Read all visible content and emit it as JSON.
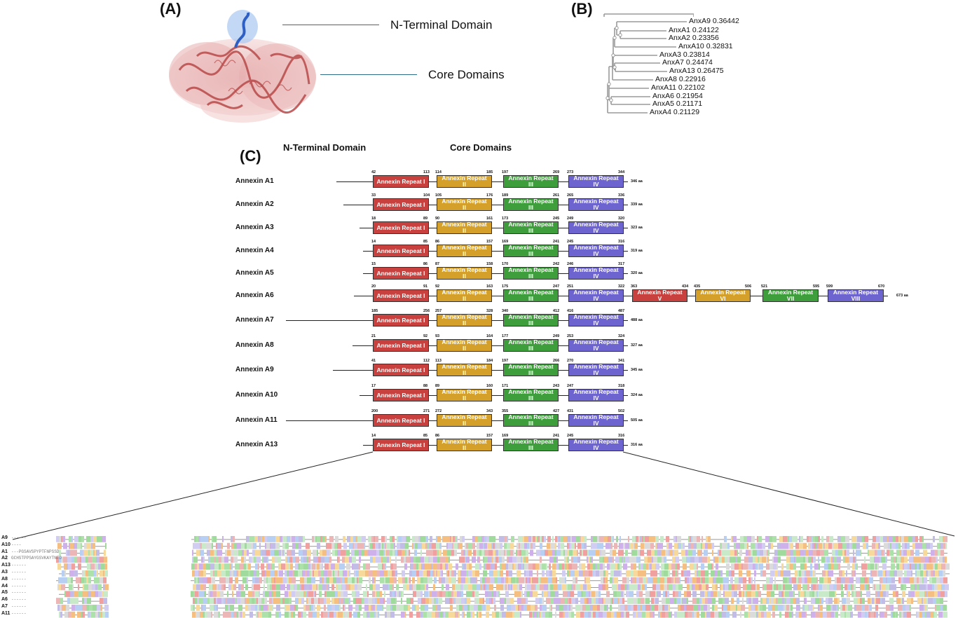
{
  "panels": {
    "a": "(A)",
    "b": "(B)",
    "c": "(C)"
  },
  "panel_a": {
    "callouts": [
      "N-Terminal Domain",
      "Core Domains"
    ]
  },
  "panel_c": {
    "headers": [
      "N-Terminal Domain",
      "Core Domains"
    ]
  },
  "colors": {
    "repeat_red": "#c8413e",
    "repeat_gold": "#d4a02a",
    "repeat_green": "#3e9e3b",
    "repeat_blue": "#6e64cf",
    "tree_line": "#999999",
    "callout_line": "#2d6e88"
  },
  "tree": {
    "leaves": [
      {
        "name": "AnxA9 0.36442"
      },
      {
        "name": "AnxA1 0.24122"
      },
      {
        "name": "AnxA2 0.23356"
      },
      {
        "name": "AnxA10 0.32831"
      },
      {
        "name": "AnxA3 0.23814"
      },
      {
        "name": "AnxA7 0.24474"
      },
      {
        "name": "AnxA13 0.26475"
      },
      {
        "name": "AnxA8 0.22916"
      },
      {
        "name": "AnxA11 0.22102"
      },
      {
        "name": "AnxA6 0.21954"
      },
      {
        "name": "AnxA5 0.21171"
      },
      {
        "name": "AnxA4 0.21129"
      }
    ]
  },
  "annexins": [
    {
      "name": "Annexin A1",
      "length": "346 aa",
      "repeats": [
        [
          "42",
          "113"
        ],
        [
          "114",
          "185"
        ],
        [
          "197",
          "269"
        ],
        [
          "273",
          "344"
        ]
      ]
    },
    {
      "name": "Annexin A2",
      "length": "339 aa",
      "repeats": [
        [
          "33",
          "104"
        ],
        [
          "105",
          "176"
        ],
        [
          "189",
          "261"
        ],
        [
          "265",
          "336"
        ]
      ]
    },
    {
      "name": "Annexin A3",
      "length": "323 aa",
      "repeats": [
        [
          "18",
          "89"
        ],
        [
          "90",
          "161"
        ],
        [
          "173",
          "245"
        ],
        [
          "249",
          "320"
        ]
      ]
    },
    {
      "name": "Annexin A4",
      "length": "319 aa",
      "repeats": [
        [
          "14",
          "85"
        ],
        [
          "86",
          "157"
        ],
        [
          "169",
          "241"
        ],
        [
          "245",
          "316"
        ]
      ]
    },
    {
      "name": "Annexin A5",
      "length": "320 aa",
      "repeats": [
        [
          "15",
          "86"
        ],
        [
          "87",
          "158"
        ],
        [
          "170",
          "242"
        ],
        [
          "246",
          "317"
        ]
      ]
    },
    {
      "name": "Annexin A6",
      "length": "673 aa",
      "repeats": [
        [
          "20",
          "91"
        ],
        [
          "92",
          "163"
        ],
        [
          "175",
          "247"
        ],
        [
          "251",
          "322"
        ],
        [
          "363",
          "434"
        ],
        [
          "435",
          "506"
        ],
        [
          "521",
          "595"
        ],
        [
          "599",
          "670"
        ]
      ]
    },
    {
      "name": "Annexin A7",
      "length": "488 aa",
      "repeats": [
        [
          "185",
          "256"
        ],
        [
          "257",
          "328"
        ],
        [
          "340",
          "412"
        ],
        [
          "416",
          "487"
        ]
      ]
    },
    {
      "name": "Annexin A8",
      "length": "327 aa",
      "repeats": [
        [
          "21",
          "92"
        ],
        [
          "93",
          "164"
        ],
        [
          "177",
          "249"
        ],
        [
          "253",
          "324"
        ]
      ]
    },
    {
      "name": "Annexin A9",
      "length": "345 aa",
      "repeats": [
        [
          "41",
          "112"
        ],
        [
          "113",
          "184"
        ],
        [
          "197",
          "266"
        ],
        [
          "270",
          "341"
        ]
      ]
    },
    {
      "name": "Annexin A10",
      "length": "324 aa",
      "repeats": [
        [
          "17",
          "88"
        ],
        [
          "89",
          "160"
        ],
        [
          "171",
          "243"
        ],
        [
          "247",
          "318"
        ]
      ]
    },
    {
      "name": "Annexin A11",
      "length": "505 aa",
      "repeats": [
        [
          "200",
          "271"
        ],
        [
          "272",
          "343"
        ],
        [
          "355",
          "427"
        ],
        [
          "431",
          "502"
        ]
      ]
    },
    {
      "name": "Annexin A13",
      "length": "316 aa",
      "repeats": [
        [
          "14",
          "85"
        ],
        [
          "86",
          "157"
        ],
        [
          "169",
          "241"
        ],
        [
          "245",
          "316"
        ]
      ]
    }
  ],
  "repeat_labels": [
    "Annexin Repeat I",
    "Annexin Repeat\nII",
    "Annexin Repeat\nIII",
    "Annexin Repeat\nIV",
    "Annexin Repeat\nV",
    "Annexin Repeat\nVI",
    "Annexin Repeat\nVII",
    "Annexin Repeat\nVIII"
  ],
  "alignment": {
    "labels": [
      "A9",
      "A10",
      "A1",
      "A2",
      "A13",
      "A3",
      "A8",
      "A4",
      "A5",
      "A6",
      "A7",
      "A11"
    ],
    "leading": [
      "------",
      "----",
      "---PGSAVSPYPTFNPSSD",
      "GCHSTPPSAYGSVKAYTNFD",
      "------",
      "------",
      "------",
      "------",
      "------",
      "------",
      "------",
      "------"
    ]
  }
}
